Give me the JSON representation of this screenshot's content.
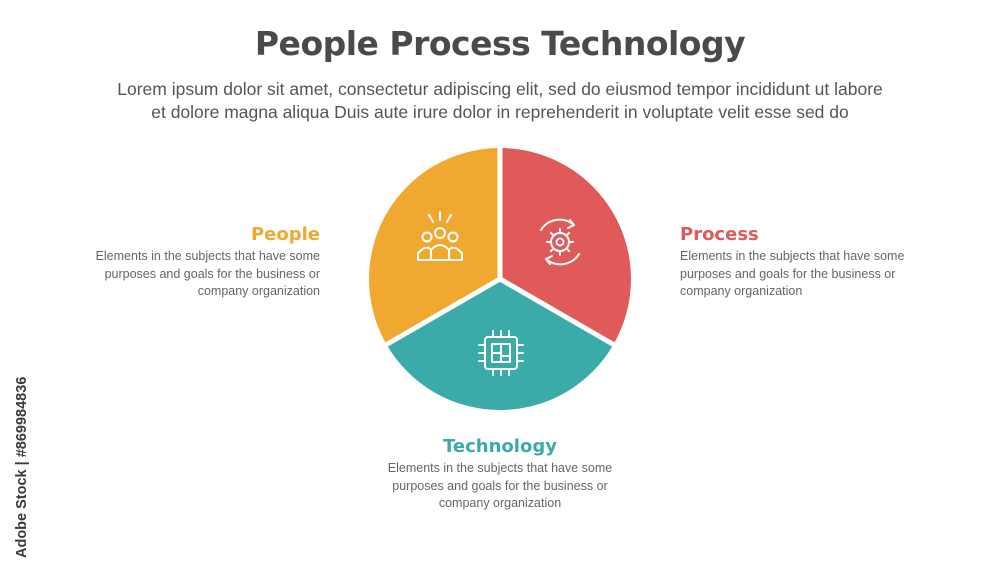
{
  "title": "People Process Technology",
  "subtitle": {
    "line1": "Lorem ipsum dolor sit amet, consectetur adipiscing elit, sed do eiusmod tempor incididunt ut labore",
    "line2": "et dolore magna aliqua Duis aute irure dolor in reprehenderit in voluptate velit esse sed do"
  },
  "segments": {
    "people": {
      "label": "People",
      "color": "#F0A830",
      "icon": "people-group-icon",
      "desc": [
        "Elements in the subjects that have some",
        "purposes and goals for the business or",
        "company organization"
      ]
    },
    "process": {
      "label": "Process",
      "color": "#E05A5A",
      "icon": "gear-cycle-icon",
      "desc": [
        "Elements in the subjects that have some",
        "purposes and goals for the business or",
        "company organization"
      ]
    },
    "technology": {
      "label": "Technology",
      "color": "#3AABA8",
      "icon": "microchip-icon",
      "desc": [
        "Elements in the subjects that have some",
        "purposes and goals for the business or",
        "company organization"
      ]
    }
  },
  "watermark": "Adobe Stock | #869984836"
}
